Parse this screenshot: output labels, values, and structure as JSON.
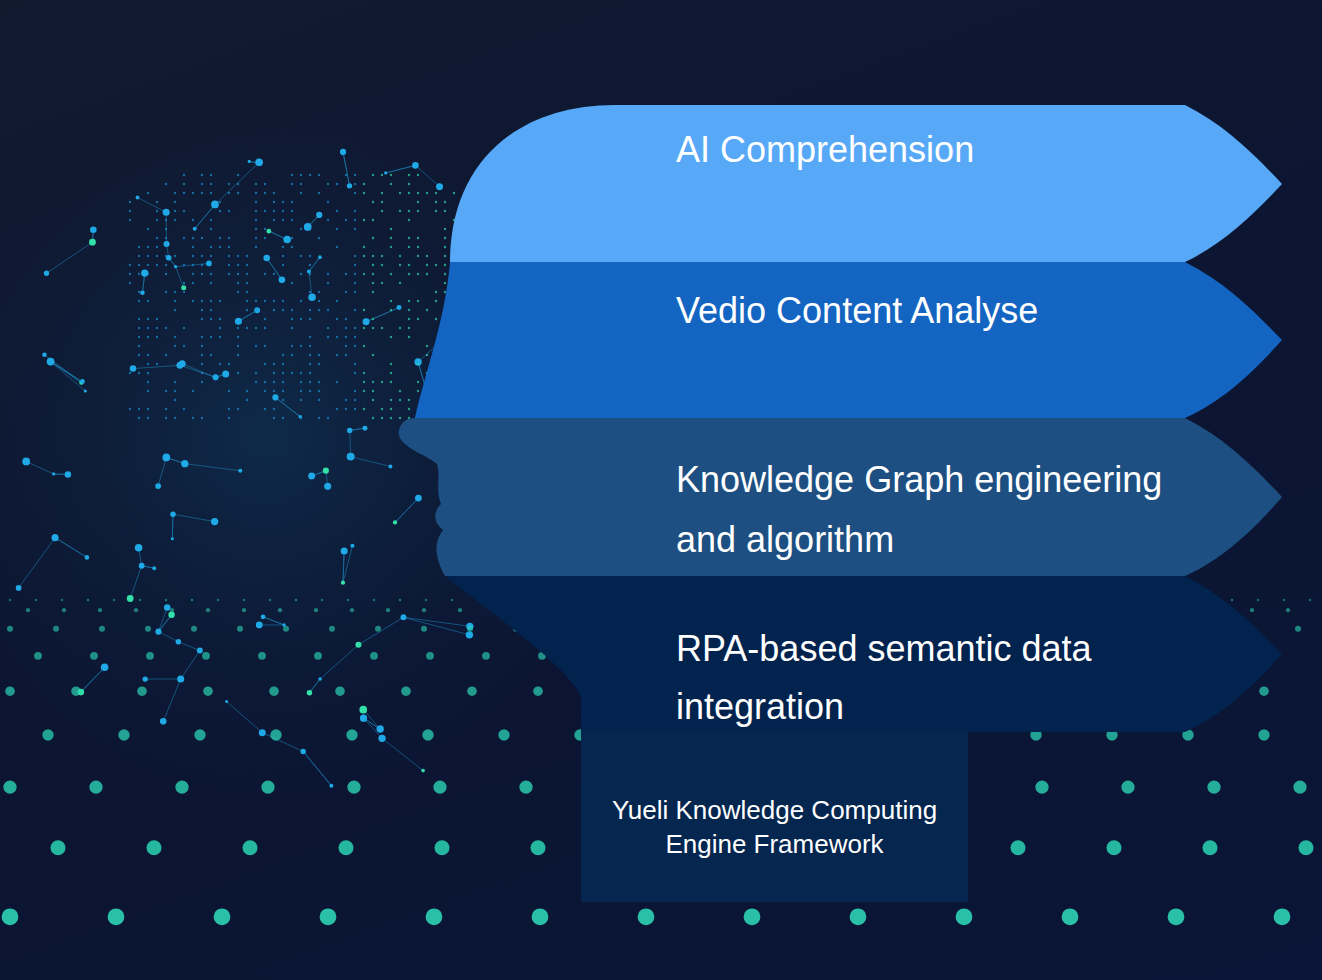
{
  "diagram": {
    "nodes": [
      {
        "text": [
          "AI Comprehension"
        ]
      },
      {
        "text": [
          "Vedio Content Analyse"
        ]
      },
      {
        "text": [
          "Knowledge Graph engineering and algorithm"
        ]
      },
      {
        "text": [
          "RPA-based semantic data integration"
        ]
      },
      {
        "text": [
          "Yueli Knowledge Computing Engine Framework"
        ]
      }
    ]
  }
}
